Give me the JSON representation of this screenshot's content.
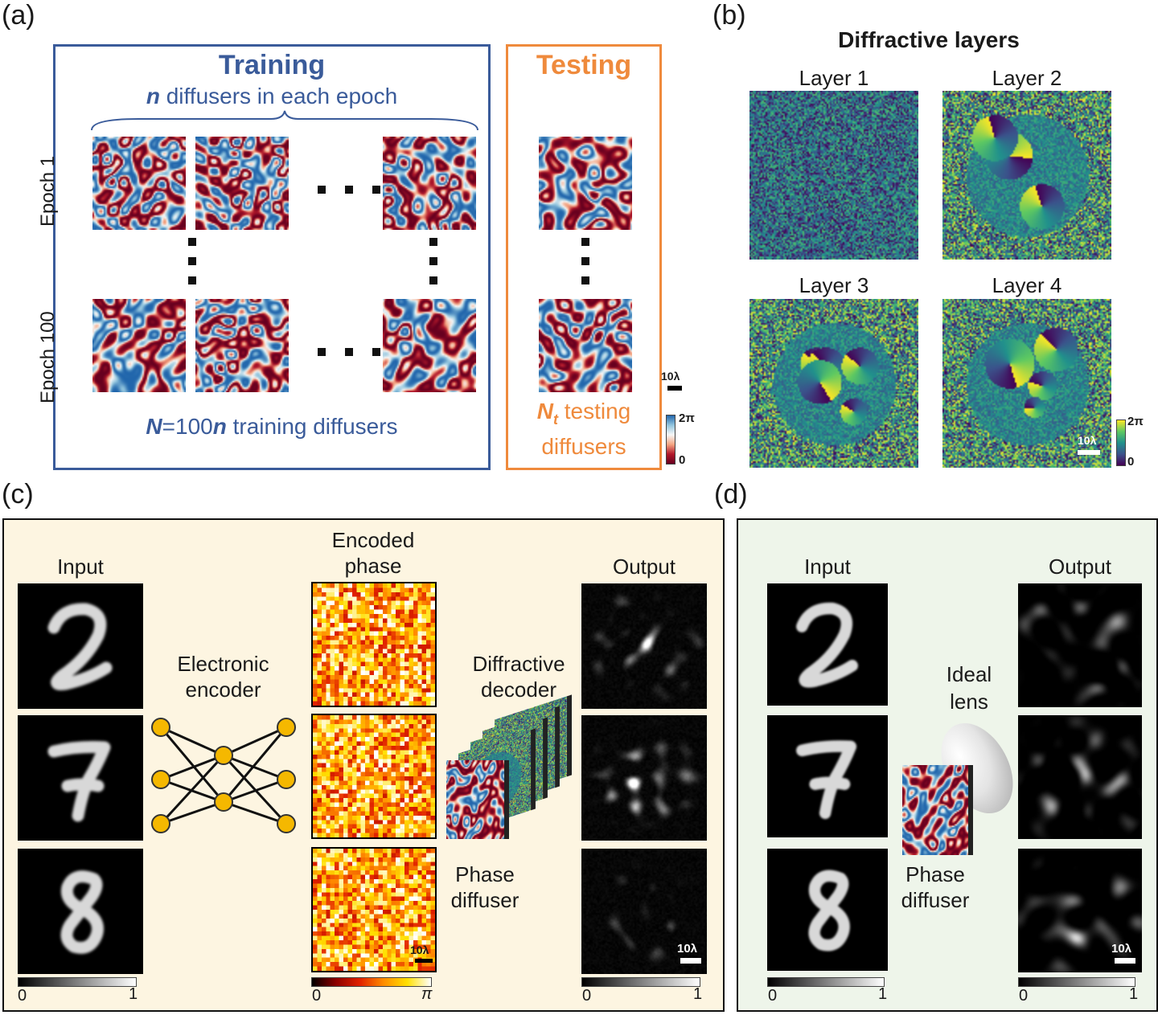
{
  "panels": {
    "a": {
      "label": "(a)",
      "training_title": "Training",
      "training_sub_n": "n",
      "training_sub": " diffusers in each epoch",
      "epoch1": "Epoch 1",
      "epoch100": "Epoch 100",
      "footer_N": "N",
      "footer_eq": "=100",
      "footer_n": "n",
      "footer_rest": " training diffusers",
      "testing_title": "Testing",
      "testing_N": "N",
      "testing_sub": "t",
      "testing_line1": " testing",
      "testing_line2": "diffusers",
      "scale": "10λ",
      "cbar_max": "2π",
      "cbar_min": "0"
    },
    "b": {
      "label": "(b)",
      "title": "Diffractive layers",
      "layers": [
        "Layer 1",
        "Layer 2",
        "Layer 3",
        "Layer 4"
      ],
      "scale": "10λ",
      "cbar_max": "2π",
      "cbar_min": "0"
    },
    "c": {
      "label": "(c)",
      "input": "Input",
      "encoded_1": "Encoded",
      "encoded_2": "phase",
      "output": "Output",
      "encoder_1": "Electronic",
      "encoder_2": "encoder",
      "decoder_1": "Diffractive",
      "decoder_2": "decoder",
      "diffuser_1": "Phase",
      "diffuser_2": "diffuser",
      "digits": [
        "2",
        "7",
        "8"
      ],
      "scale": "10λ",
      "cbar_gray_min": "0",
      "cbar_gray_max": "1",
      "cbar_hot_min": "0",
      "cbar_hot_max": "π",
      "bg": "#fdf5e1"
    },
    "d": {
      "label": "(d)",
      "input": "Input",
      "output": "Output",
      "lens_1": "Ideal",
      "lens_2": "lens",
      "diffuser_1": "Phase",
      "diffuser_2": "diffuser",
      "digits": [
        "2",
        "7",
        "8"
      ],
      "scale": "10λ",
      "cbar_min_1": "0",
      "cbar_max_1": "1",
      "cbar_min_2": "0",
      "cbar_max_2": "1",
      "bg": "#eef5ea"
    }
  },
  "colors": {
    "training_blue": "#3a5b9a",
    "testing_orange": "#ef8a3c"
  }
}
